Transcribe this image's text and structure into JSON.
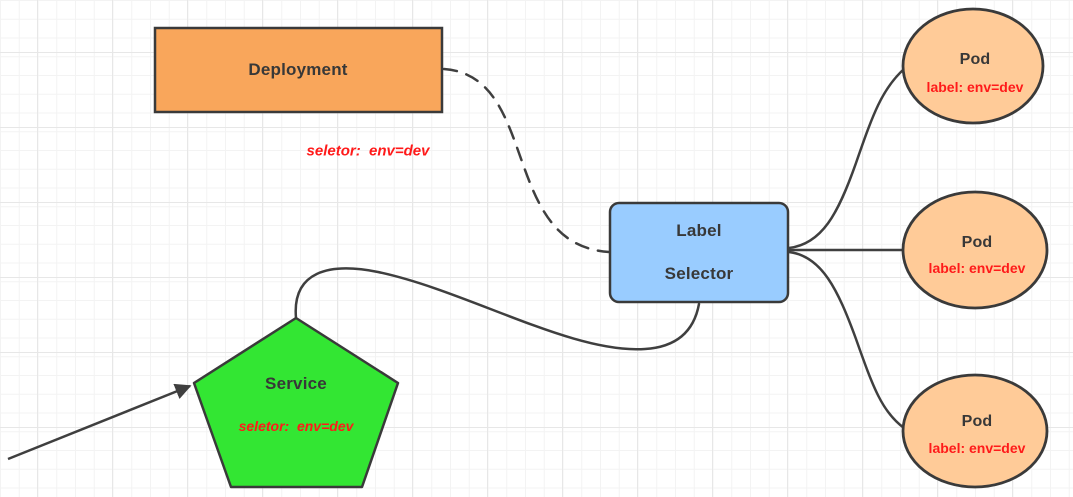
{
  "diagram": {
    "type": "kubernetes-label-selector-diagram",
    "colors": {
      "deployment_fill": "#f9a65b",
      "selector_fill": "#99ccff",
      "service_fill": "#33e633",
      "pod_fill": "#ffcb98",
      "shape_stroke": "#3a3a3a",
      "edge_stroke": "#3f3f3f",
      "annotation_red": "#ff1a1a",
      "label_dark": "#383838",
      "grid_minor": "#f3f3f3",
      "grid_major": "#e7e7e7"
    },
    "nodes": {
      "deployment": {
        "label": "Deployment",
        "annotation": "seletor:  env=dev"
      },
      "label_selector": {
        "label_line1": "Label",
        "label_line2": "Selector"
      },
      "service": {
        "label": "Service",
        "annotation": "seletor:  env=dev"
      },
      "pods": [
        {
          "label": "Pod",
          "annotation": "label: env=dev"
        },
        {
          "label": "Pod",
          "annotation": "label: env=dev"
        },
        {
          "label": "Pod",
          "annotation": "label: env=dev"
        }
      ]
    },
    "connections": [
      {
        "from": "deployment",
        "to": "label_selector",
        "style": "dashed-curve",
        "arrow": "none"
      },
      {
        "from": "service",
        "to": "label_selector",
        "style": "solid-curve",
        "arrow": "none"
      },
      {
        "from": "label_selector",
        "to": "pod-1",
        "style": "solid-curve",
        "arrow": "none"
      },
      {
        "from": "label_selector",
        "to": "pod-2",
        "style": "solid-line",
        "arrow": "none"
      },
      {
        "from": "label_selector",
        "to": "pod-3",
        "style": "solid-curve",
        "arrow": "none"
      },
      {
        "from": "off-canvas-bottom-left",
        "to": "service",
        "style": "solid-line",
        "arrow": "filled-triangle"
      }
    ]
  }
}
